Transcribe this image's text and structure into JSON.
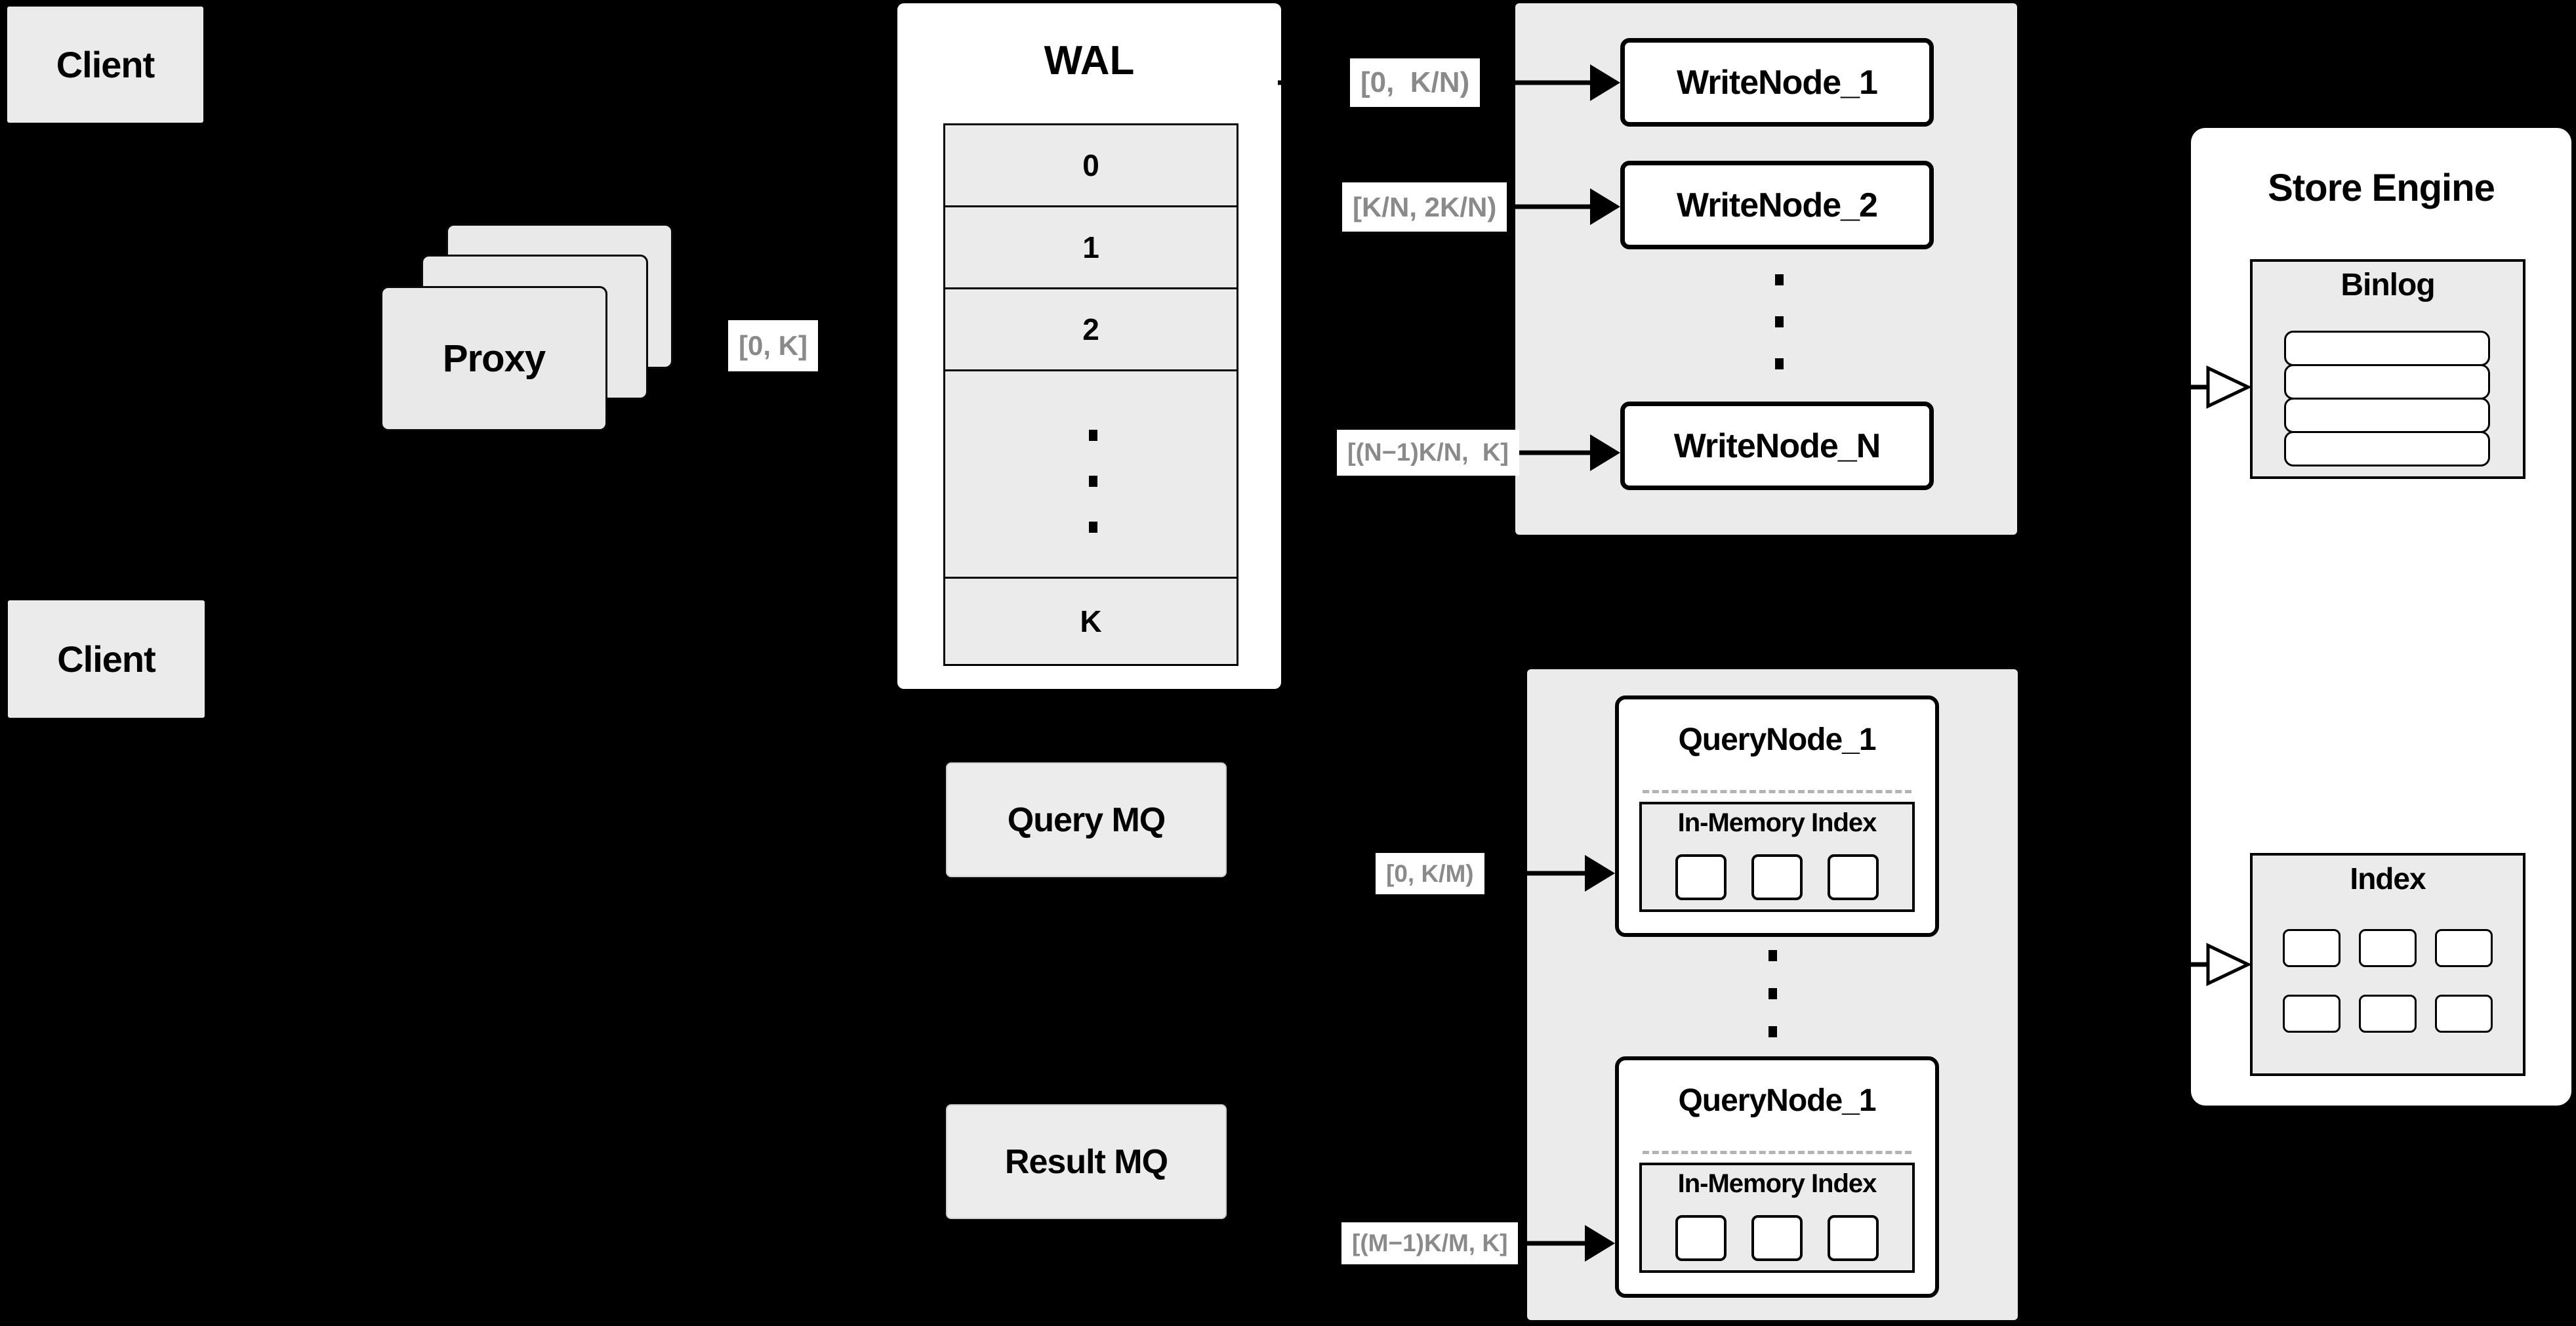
{
  "colors": {
    "background": "#000000",
    "box_fill": "#ebebeb",
    "surface_white": "#ffffff",
    "label_text": "#8a8a8a",
    "line": "#000000"
  },
  "clients": {
    "top_label": "Client",
    "bottom_label": "Client"
  },
  "proxy": {
    "label": "Proxy"
  },
  "wal": {
    "title": "WAL",
    "rows": [
      "0",
      "1",
      "2"
    ],
    "last_row": "K"
  },
  "write_cluster": {
    "node_1": "WriteNode_1",
    "node_2": "WriteNode_2",
    "node_n": "WriteNode_N"
  },
  "mq": {
    "query": "Query MQ",
    "result": "Result MQ"
  },
  "query_cluster": {
    "node_top": {
      "title": "QueryNode_1",
      "inner_title": "In-Memory Index"
    },
    "node_bottom": {
      "title": "QueryNode_1",
      "inner_title": "In-Memory Index"
    }
  },
  "store_engine": {
    "title": "Store Engine",
    "binlog_title": "Binlog",
    "index_title": "Index"
  },
  "range_labels": {
    "proxy_out": "[0, K]",
    "write_1": "[0,  K/N)",
    "write_2": "[K/N, 2K/N)",
    "write_n": "[(N−1)K/N,  K]",
    "query_1": "[0, K/M)",
    "query_m": "[(M−1)K/M, K]"
  }
}
